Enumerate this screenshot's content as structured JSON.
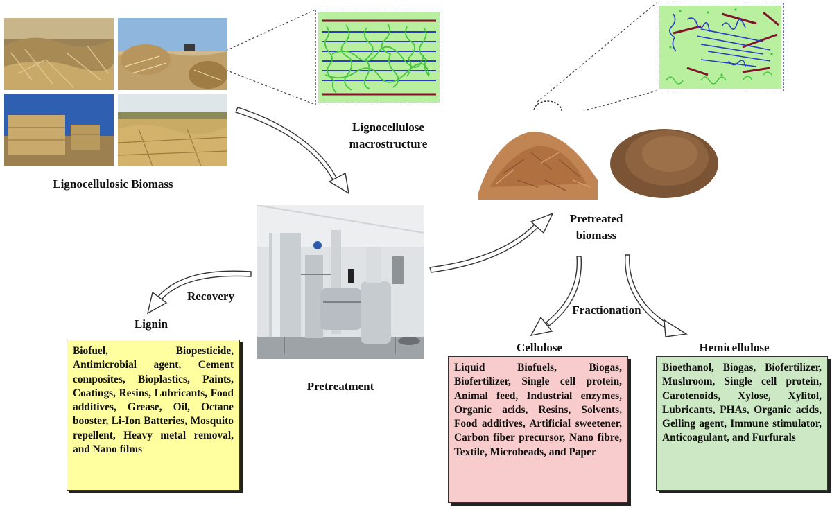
{
  "labels": {
    "biomass": "Lignocellulosic Biomass",
    "macrostructure_line1": "Lignocellulose",
    "macrostructure_line2": "macrostructure",
    "pretreatment": "Pretreatment",
    "pretreated_line1": "Pretreated",
    "pretreated_line2": "biomass",
    "recovery": "Recovery",
    "fractionation": "Fractionation",
    "lignin": "Lignin",
    "cellulose": "Cellulose",
    "hemicellulose": "Hemicellulose"
  },
  "lignin_uses": "Biofuel, Biopesticide, Antimicrobial agent, Cement composites, Bioplastics, Paints, Coatings, Resins, Lubricants, Food additives, Grease, Oil, Octane booster, Li-Ion Batteries, Mosquito repellent, Heavy metal removal, and Nano films",
  "cellulose_uses": "Liquid Biofuels, Biogas, Biofertilizer, Single cell protein, Animal feed, Industrial enzymes, Organic acids, Resins, Solvents, Food additives, Artificial sweetener, Carbon fiber precursor, Nano fibre, Textile, Microbeads, and Paper",
  "hemicellulose_uses": "Bioethanol, Biogas, Biofertilizer, Mushroom, Single cell protein, Carotenoids, Xylose, Xylitol, Lubricants, PHAs, Organic acids, Gelling agent, Immune stimulator, Anticoagulant, and Furfurals",
  "colors": {
    "lignin_box": "#ffffa0",
    "cellulose_box": "#f8cccc",
    "hemicellulose_box": "#cde8c4",
    "inset_bg": "#b8f0a0",
    "lignin_strand": "#80142a",
    "cellulose_strand": "#2a3ac8",
    "hemicellulose_strand": "#46c640"
  }
}
